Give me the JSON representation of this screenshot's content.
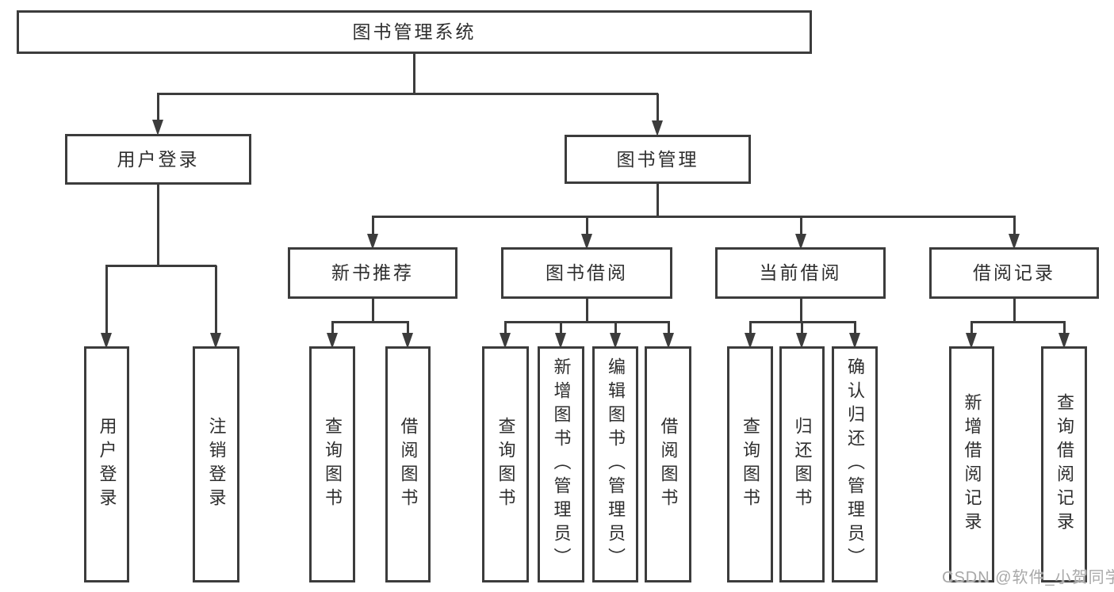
{
  "diagram_title": "图书管理系统",
  "colors": {
    "line": "#3c3c3c",
    "text": "#2e2e2e",
    "background": "#ffffff",
    "watermark": "#a8a8a8"
  },
  "nodes": {
    "root": {
      "label": "图书管理系统"
    },
    "user_login": {
      "label": "用户登录"
    },
    "book_management": {
      "label": "图书管理"
    },
    "new_book_recommendation": {
      "label": "新书推荐"
    },
    "book_borrowing": {
      "label": "图书借阅"
    },
    "current_borrowing": {
      "label": "当前借阅"
    },
    "borrowing_records": {
      "label": "借阅记录"
    },
    "leaves": {
      "login": {
        "label": "用户登录"
      },
      "logout": {
        "label": "注销登录"
      },
      "nb_query_book": {
        "label": "查询图书"
      },
      "nb_borrow_book": {
        "label": "借阅图书"
      },
      "bb_query_book": {
        "label": "查询图书"
      },
      "bb_add_book": {
        "label": "新增图书（管理员）"
      },
      "bb_edit_book": {
        "label": "编辑图书（管理员）"
      },
      "bb_borrow_book": {
        "label": "借阅图书"
      },
      "cb_query_book": {
        "label": "查询图书"
      },
      "cb_return_book": {
        "label": "归还图书"
      },
      "cb_confirm_return": {
        "label": "确认归还（管理员）"
      },
      "br_add_record": {
        "label": "新增借阅记录"
      },
      "br_query_record": {
        "label": "查询借阅记录"
      }
    }
  },
  "watermark": {
    "text": "CSDN @软件_小贺同学"
  }
}
